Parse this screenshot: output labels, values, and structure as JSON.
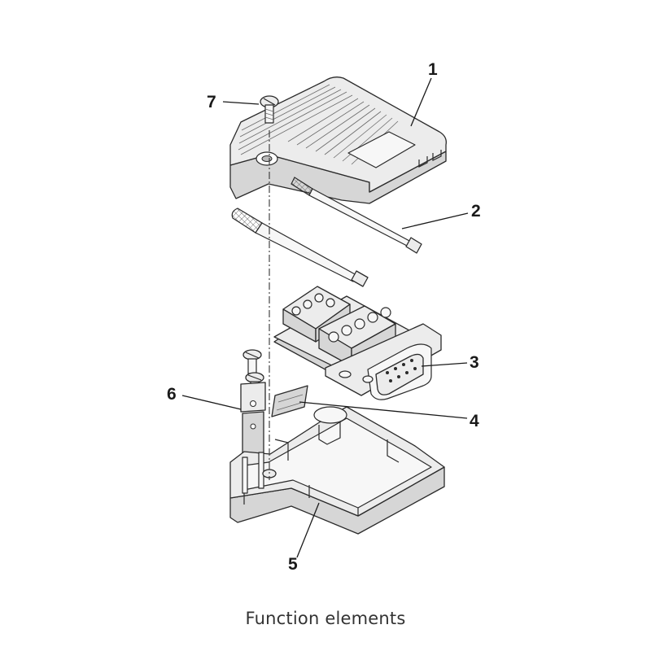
{
  "caption": "Function elements",
  "callouts": [
    "1",
    "2",
    "3",
    "4",
    "5",
    "6",
    "7"
  ]
}
